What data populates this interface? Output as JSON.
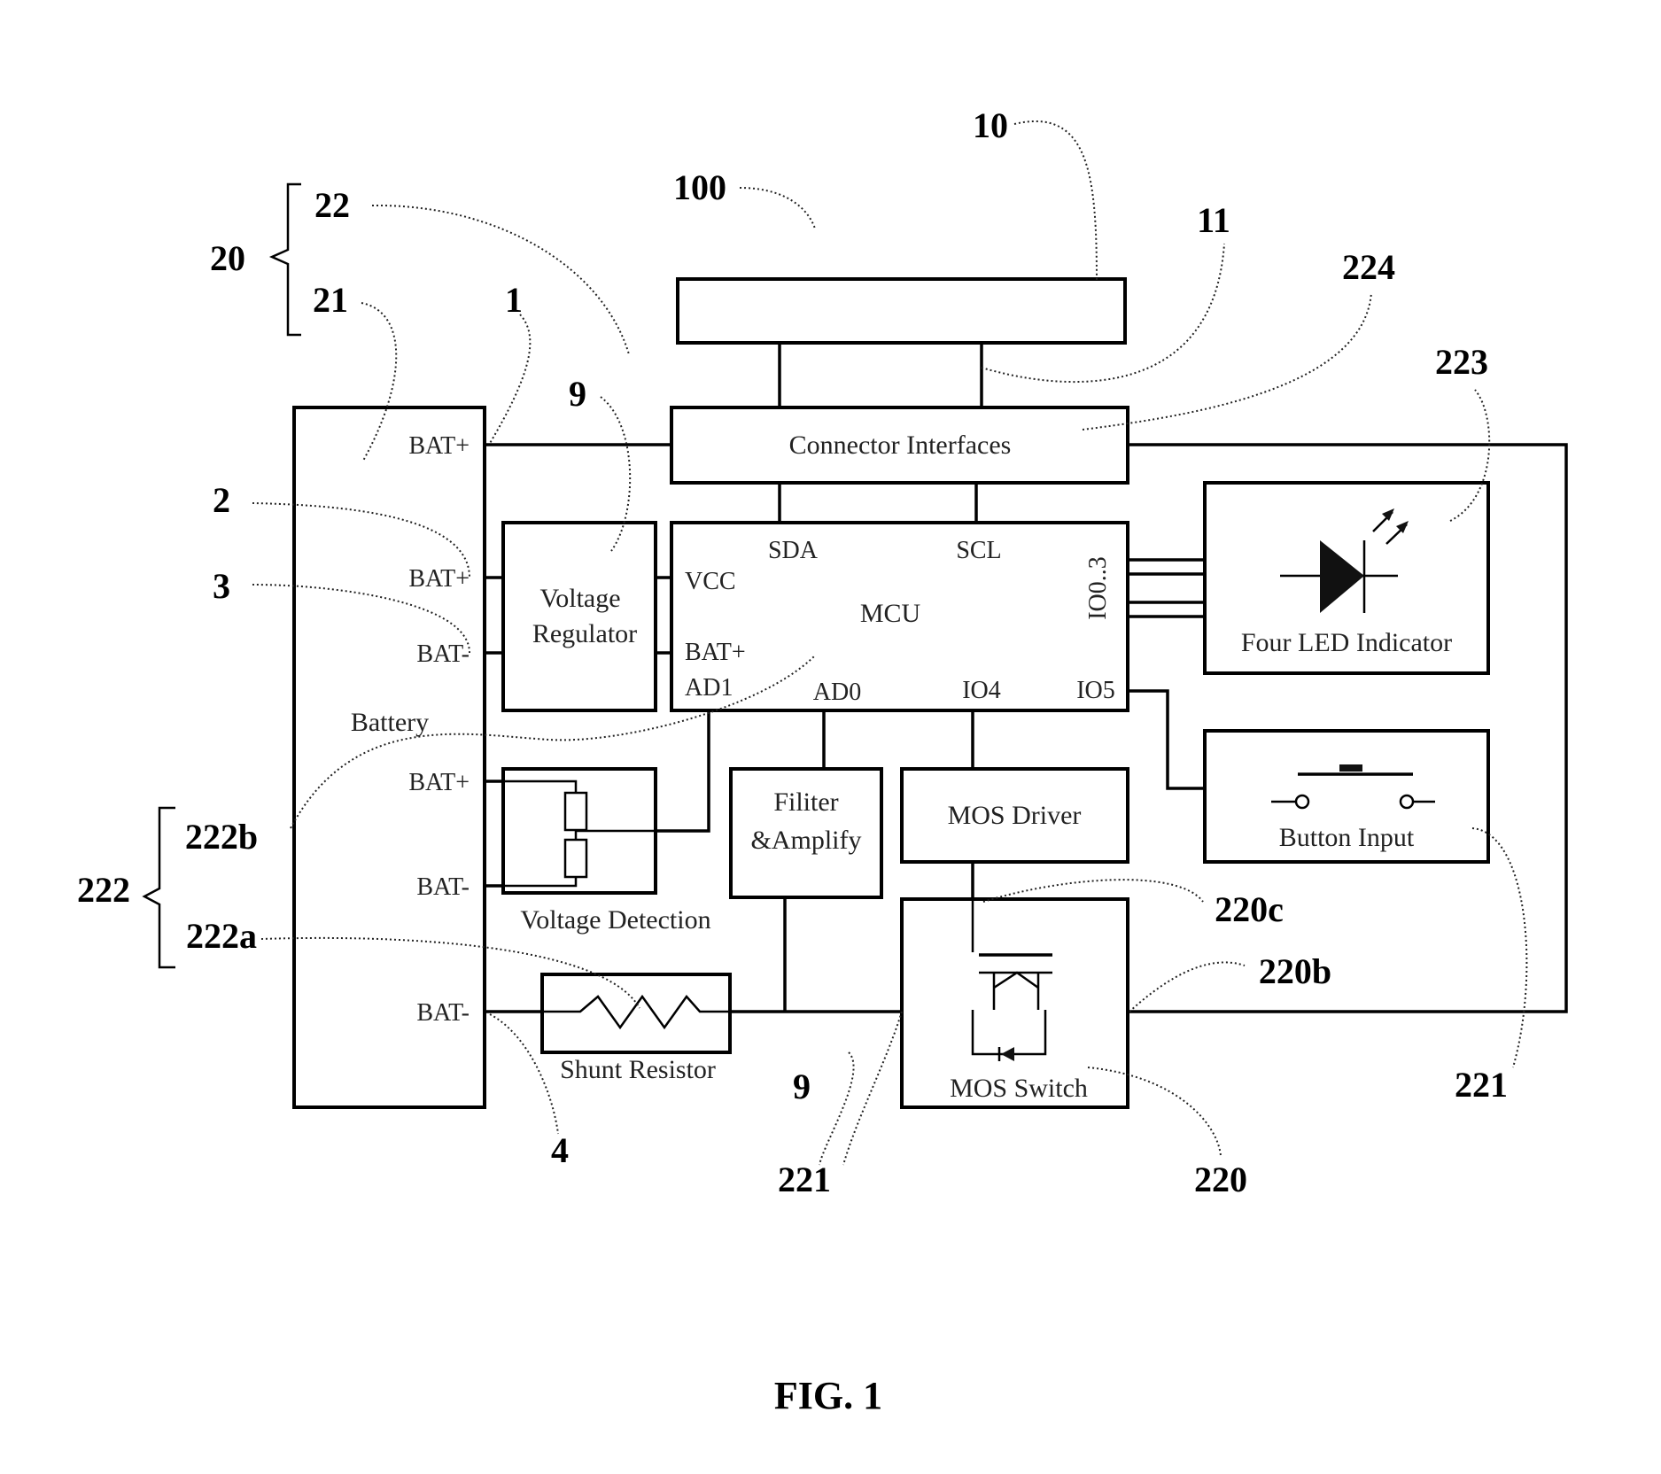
{
  "figure_caption": "FIG. 1",
  "blocks": {
    "connector": "Connector Interfaces",
    "mcu": "MCU",
    "regulator_line1": "Voltage",
    "regulator_line2": "Regulator",
    "led": "Four LED Indicator",
    "button": "Button Input",
    "filter_line1": "Filiter",
    "filter_line2": "&Amplify",
    "mos_driver": "MOS Driver",
    "mos_switch": "MOS Switch",
    "voltage_detection": "Voltage Detection",
    "shunt": "Shunt Resistor",
    "battery": "Battery"
  },
  "battery_pins": [
    "BAT+",
    "BAT+",
    "BAT-",
    "BAT+",
    "BAT-",
    "BAT-"
  ],
  "mcu_pins": {
    "sda": "SDA",
    "scl": "SCL",
    "vcc": "VCC",
    "bat": "BAT+",
    "ad1": "AD1",
    "ad0": "AD0",
    "io4": "IO4",
    "io5": "IO5",
    "io03": "IO0..3"
  },
  "refs": {
    "r10": "10",
    "r100": "100",
    "r11": "11",
    "r224": "224",
    "r223": "223",
    "r22": "22",
    "r20": "20",
    "r21": "21",
    "r1": "1",
    "r9a": "9",
    "r2": "2",
    "r3": "3",
    "r222b": "222b",
    "r222": "222",
    "r222a": "222a",
    "r220c": "220c",
    "r220b": "220b",
    "r9b": "9",
    "r4": "4",
    "r221a": "221",
    "r220": "220",
    "r221b": "221"
  }
}
